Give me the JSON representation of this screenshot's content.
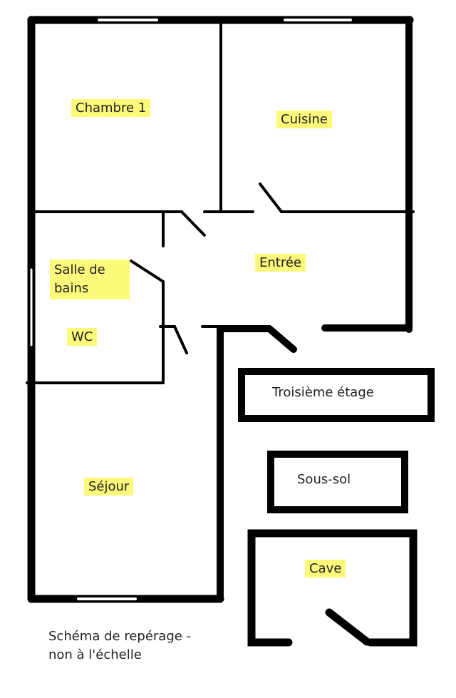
{
  "rooms": {
    "chambre1": "Chambre 1",
    "cuisine": "Cuisine",
    "entree": "Entrée",
    "salle_de_bains": "Salle de\nbains",
    "wc": "WC",
    "sejour": "Séjour",
    "troisieme_etage": "Troisième étage",
    "sous_sol": "Sous-sol",
    "cave": "Cave"
  },
  "note": "Schéma de repérage - non à l'échelle",
  "colors": {
    "wall": "#000000",
    "highlight": "#fbf87a"
  }
}
